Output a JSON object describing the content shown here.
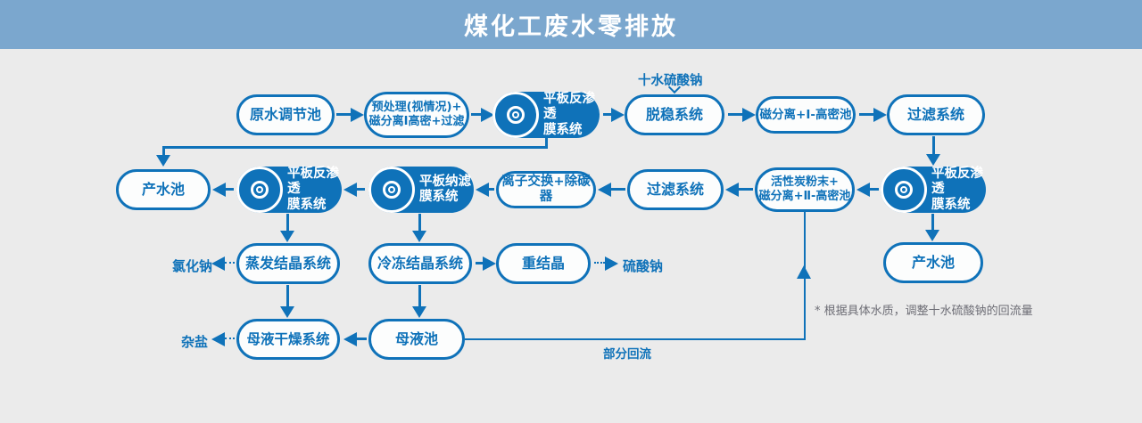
{
  "header": {
    "title": "煤化工废水零排放"
  },
  "colors": {
    "blue": "#0f72b9",
    "header_bg": "#7ba7ce",
    "panel_bg": "#ebebeb",
    "note_gray": "#6d6d75"
  },
  "nodes": {
    "raw_water": {
      "label": "原水调节池"
    },
    "pretreatment": {
      "line1": "预处理(视情况)+",
      "line2": "磁分离Ⅰ高密+过滤"
    },
    "ro_membrane_1": {
      "line1": "平板反渗透",
      "line2": "膜系统"
    },
    "destabilization": {
      "label": "脱稳系统"
    },
    "magsep_1": {
      "label": "磁分离+Ⅰ-高密池"
    },
    "filter_1": {
      "label": "过滤系统"
    },
    "product_pool_left": {
      "label": "产水池"
    },
    "ro_membrane_2": {
      "line1": "平板反渗透",
      "line2": "膜系统"
    },
    "nf_membrane": {
      "line1": "平板纳滤",
      "line2": "膜系统"
    },
    "ion_exchange": {
      "label": "离子交换+除碳器"
    },
    "filter_2": {
      "label": "过滤系统"
    },
    "carbon_magsep_2": {
      "line1": "活性炭粉末+",
      "line2": "磁分离+Ⅱ-高密池"
    },
    "ro_membrane_3": {
      "line1": "平板反渗透",
      "line2": "膜系统"
    },
    "evaporation": {
      "label": "蒸发结晶系统"
    },
    "freezing": {
      "label": "冷冻结晶系统"
    },
    "recrystallization": {
      "label": "重结晶"
    },
    "product_pool_right": {
      "label": "产水池"
    },
    "mother_liquor_dryer": {
      "label": "母液干燥系统"
    },
    "mother_liquor_pool": {
      "label": "母液池"
    }
  },
  "labels": {
    "sodium_sulfate_decahydrate": "十水硫酸钠",
    "sodium_chloride": "氯化钠",
    "sodium_sulfate": "硫酸钠",
    "mixed_salt": "杂盐",
    "partial_reflux": "部分回流",
    "note": "* 根据具体水质，调整十水硫酸钠的回流量"
  },
  "icons": {
    "membrane_disc": "concentric-circles"
  }
}
